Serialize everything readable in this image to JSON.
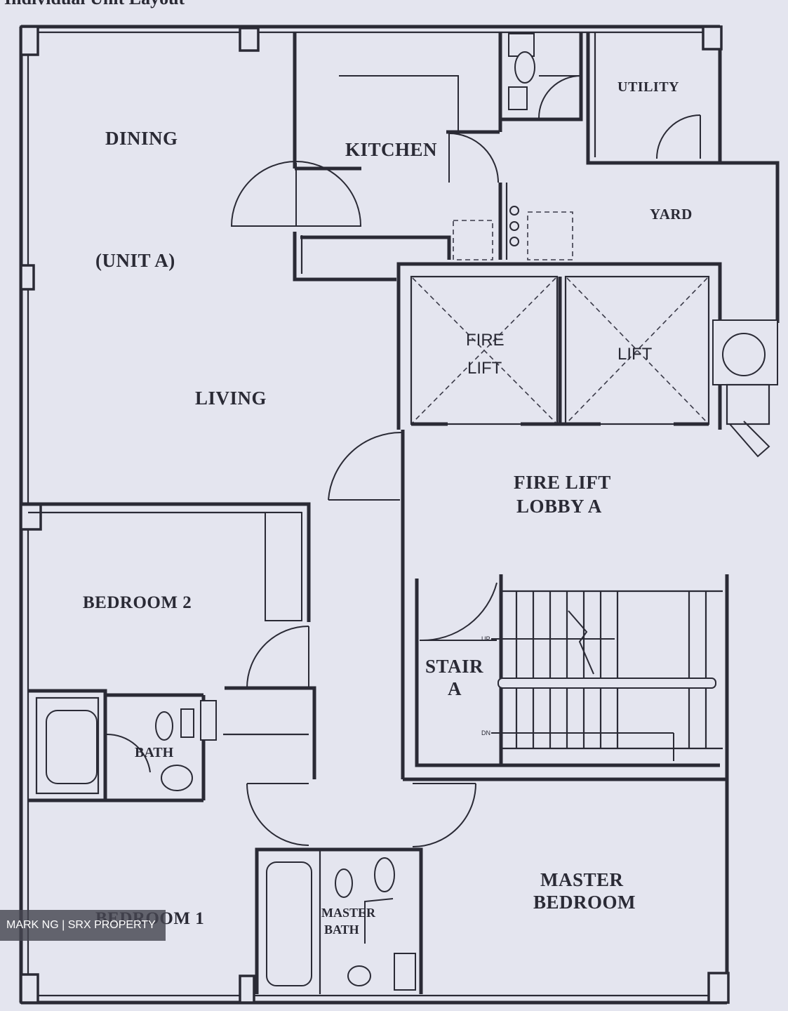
{
  "heading": "Individual Unit Layout",
  "rooms": {
    "dining": "DINING",
    "kitchen": "KITCHEN",
    "utility": "UTILITY",
    "yard": "YARD",
    "unit": "(UNIT A)",
    "living": "LIVING",
    "fire_lift": [
      "FIRE",
      "LIFT"
    ],
    "lift": "LIFT",
    "fire_lift_lobby": [
      "FIRE LIFT",
      "LOBBY A"
    ],
    "bedroom_2": "BEDROOM 2",
    "stair": [
      "STAIR",
      "A"
    ],
    "bath": "BATH",
    "bedroom_1": "BEDROOM 1",
    "master_bath": [
      "MASTER",
      "BATH"
    ],
    "master_bedroom": [
      "MASTER",
      "BEDROOM"
    ]
  },
  "stair_marks": {
    "up": "UP",
    "down": "DN"
  },
  "watermark": "MARK NG | SRX PROPERTY"
}
